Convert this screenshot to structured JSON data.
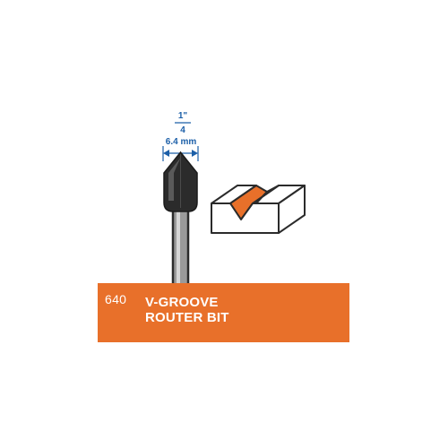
{
  "product": {
    "model_number": "640",
    "title_line1": "V-GROOVE",
    "title_line2": "ROUTER BIT"
  },
  "dimensions": {
    "fraction_numerator": "1\"",
    "fraction_denominator": "4",
    "metric": "6.4 mm"
  },
  "colors": {
    "accent_orange": "#e8702a",
    "dimension_blue": "#1c5fa8",
    "bit_dark": "#2b2b2b"
  }
}
